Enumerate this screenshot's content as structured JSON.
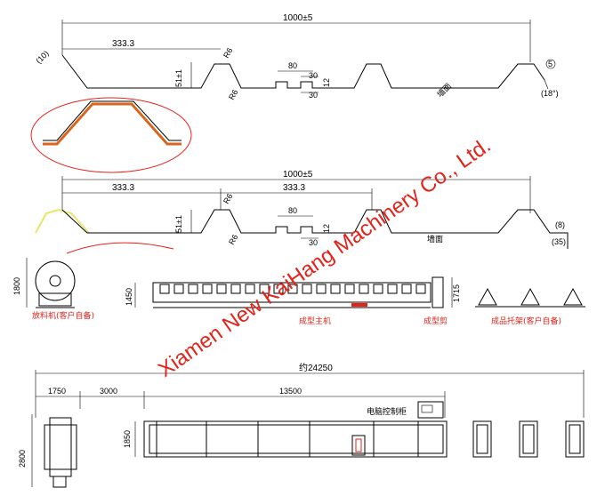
{
  "colors": {
    "line": "#000000",
    "accent": "#e2231a",
    "highlight": "#e8e56a",
    "coil": "#d9661f"
  },
  "profile_top": {
    "overall_width": "1000±5",
    "pitch": "333.3",
    "height": "51±1",
    "crest_width": "80",
    "rib_dim_top": "30",
    "rib_dim_bottom": "30",
    "rib_height": "12",
    "radius_top": "R6",
    "radius_bottom": "R6",
    "left_edge": "(10)",
    "right_edge_circle": "5",
    "right_edge_angle": "(18°)",
    "wall_label": "墙面"
  },
  "profile_bottom": {
    "overall_width": "1000±5",
    "pitch_1": "333.3",
    "pitch_2": "333.3",
    "height": "51±1",
    "crest_width": "80",
    "rib_dim": "30",
    "rib_height": "12",
    "radius_top": "R6",
    "radius_bottom": "R6",
    "right_edge_1": "(8)",
    "right_edge_2": "(35)",
    "wall_label": "墙面"
  },
  "side_view": {
    "decoiler_height": "1800",
    "machine_height": "1450",
    "cutter_height": "1715",
    "decoiler_label": "放料机(客户自备)",
    "main_machine_label": "成型主机",
    "cutter_label": "成型剪",
    "stand_label": "成品托架(客户自备)"
  },
  "plan_view": {
    "total_length": "约24250",
    "seg_1": "1750",
    "seg_2": "3000",
    "seg_3": "13500",
    "decoiler_width": "2800",
    "machine_width": "1850",
    "control_cabinet_label": "电脑控制柜"
  },
  "watermark": "Xiamen New KaiHang Machinery Co., Ltd."
}
